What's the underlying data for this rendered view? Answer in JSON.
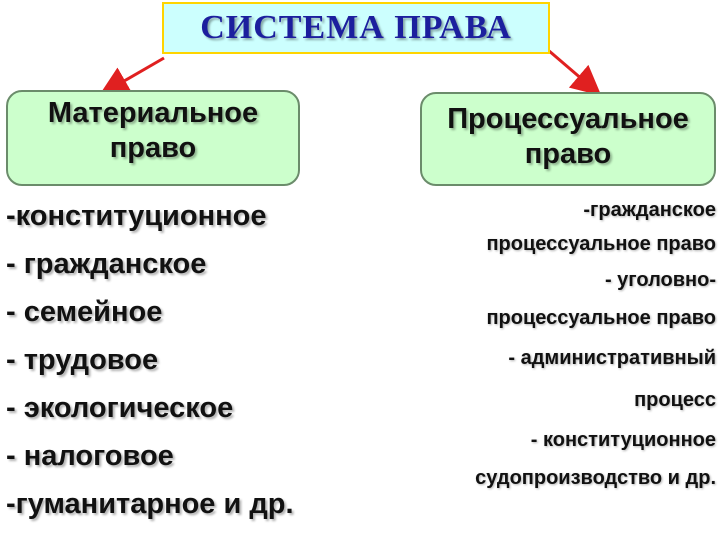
{
  "title": "СИСТЕМА ПРАВА",
  "colors": {
    "title_bg": "#ccfffe",
    "title_text": "#1c1f9e",
    "title_border": "#ffd400",
    "box_bg": "#ccffcc",
    "arrow": "#e02020"
  },
  "left": {
    "heading_line1": "Материальное",
    "heading_line2": "право",
    "items": [
      "-конституционное",
      "- гражданское",
      "- семейное",
      "- трудовое",
      "- экологическое",
      "- налоговое",
      "-гуманитарное и др."
    ]
  },
  "right": {
    "heading_line1": "Процессуальное",
    "heading_line2": "право",
    "lines": [
      "-гражданское",
      "процессуальное право",
      "- уголовно-",
      "процессуальное право",
      "- административный",
      "процесс",
      "- конституционное",
      "судопроизводство и др."
    ]
  }
}
